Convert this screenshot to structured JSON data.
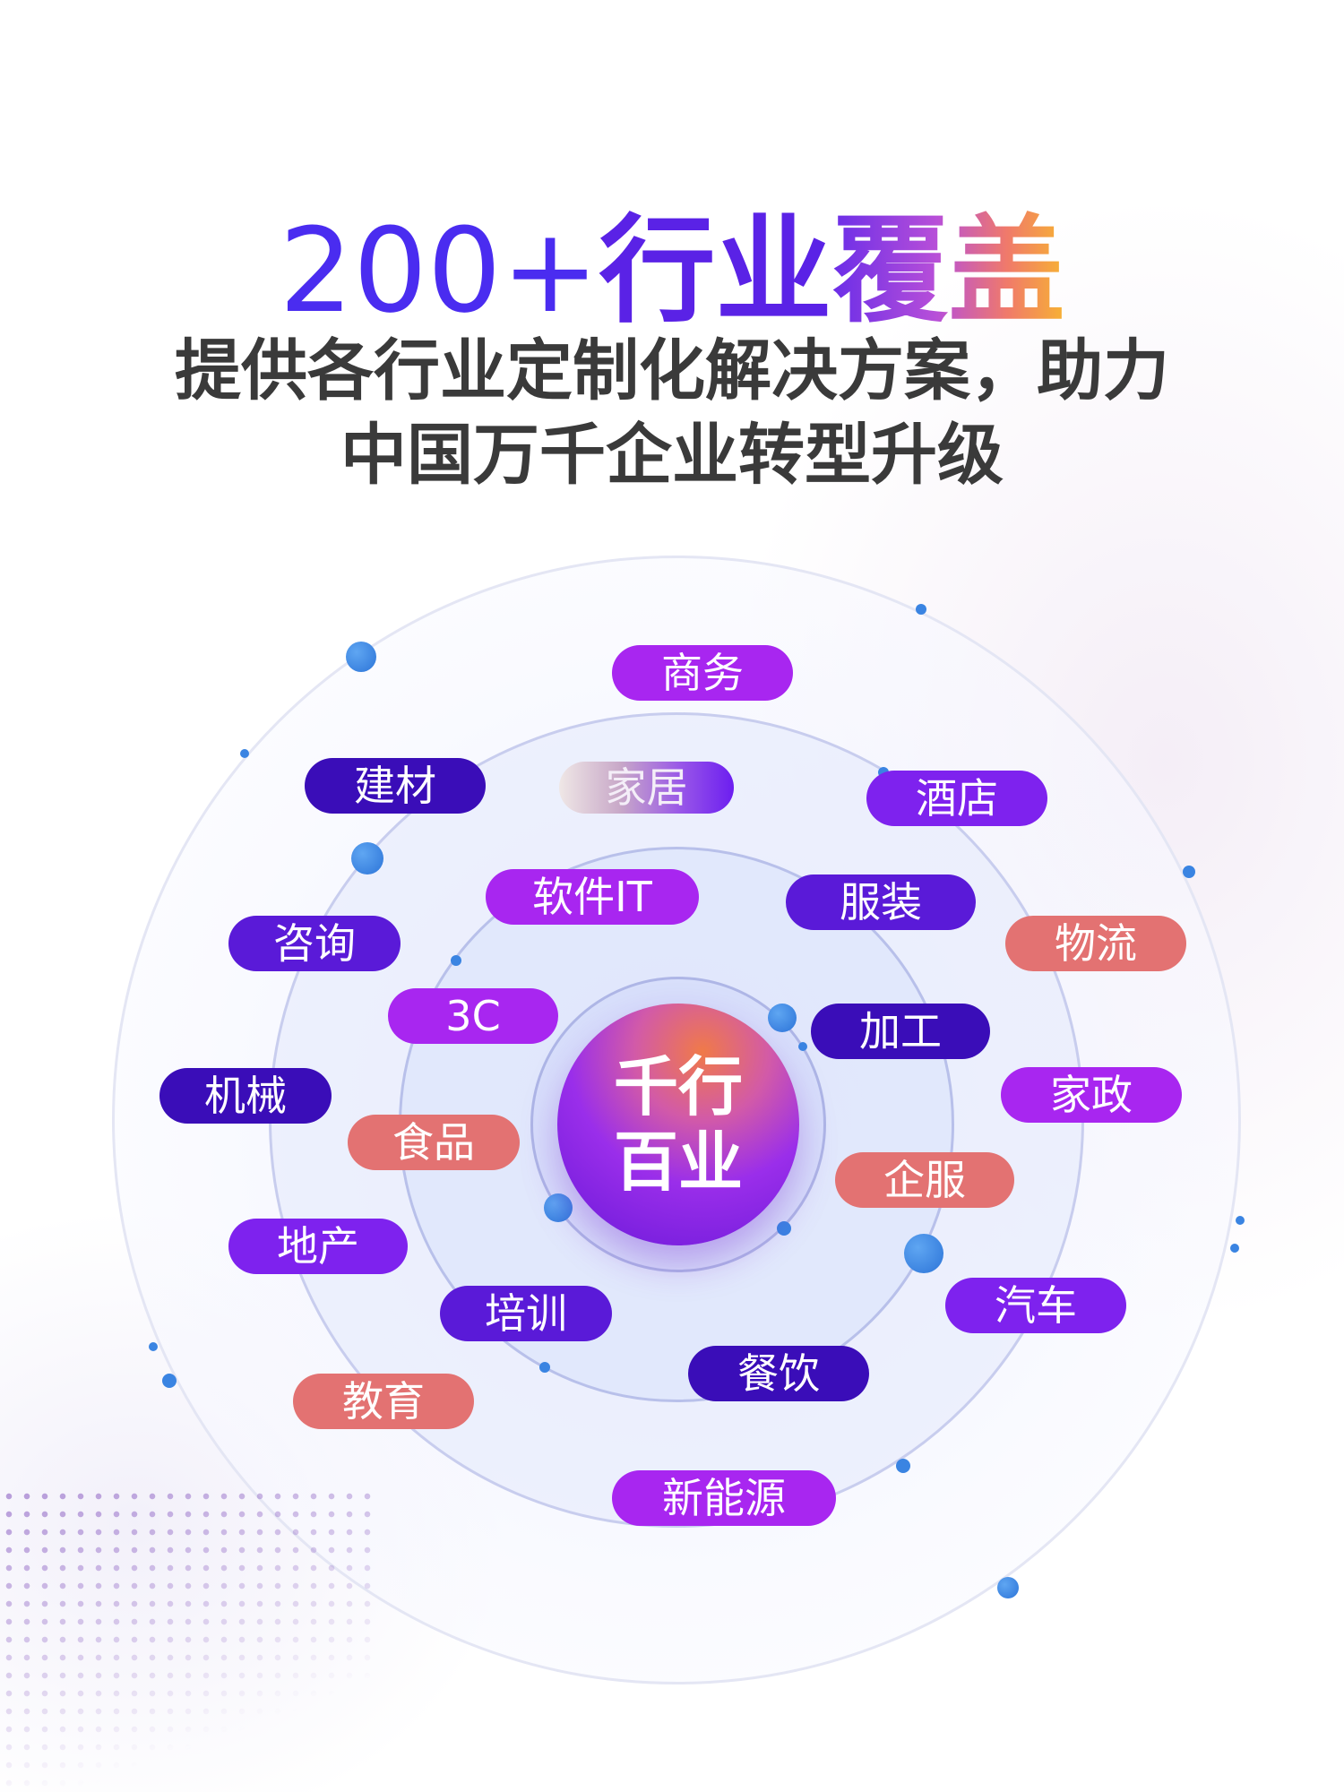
{
  "headline": {
    "number": "200+",
    "part1": "行业",
    "part2": "覆盖"
  },
  "subtitle": {
    "line1": "提供各行业定制化解决方案，助力",
    "line2": "中国万千企业转型升级"
  },
  "center": {
    "line1": "千行",
    "line2": "百业"
  },
  "industries": [
    {
      "label": "商务",
      "color": "#a826f0"
    },
    {
      "label": "建材",
      "color": "#3a0db8"
    },
    {
      "label": "家居",
      "color": "#9856e8"
    },
    {
      "label": "酒店",
      "color": "#7e22ee"
    },
    {
      "label": "软件IT",
      "color": "#a826f0"
    },
    {
      "label": "服装",
      "color": "#5a1ad8"
    },
    {
      "label": "咨询",
      "color": "#5a1ad8"
    },
    {
      "label": "物流",
      "color": "#e37272"
    },
    {
      "label": "3C",
      "color": "#a826f0"
    },
    {
      "label": "加工",
      "color": "#3a0db8"
    },
    {
      "label": "机械",
      "color": "#3a0db8"
    },
    {
      "label": "家政",
      "color": "#a826f0"
    },
    {
      "label": "食品",
      "color": "#e37272"
    },
    {
      "label": "企服",
      "color": "#e37272"
    },
    {
      "label": "地产",
      "color": "#7e22ee"
    },
    {
      "label": "汽车",
      "color": "#7e22ee"
    },
    {
      "label": "培训",
      "color": "#5a1ad8"
    },
    {
      "label": "餐饮",
      "color": "#3a0db8"
    },
    {
      "label": "教育",
      "color": "#e37272"
    },
    {
      "label": "新能源",
      "color": "#a826f0"
    }
  ]
}
